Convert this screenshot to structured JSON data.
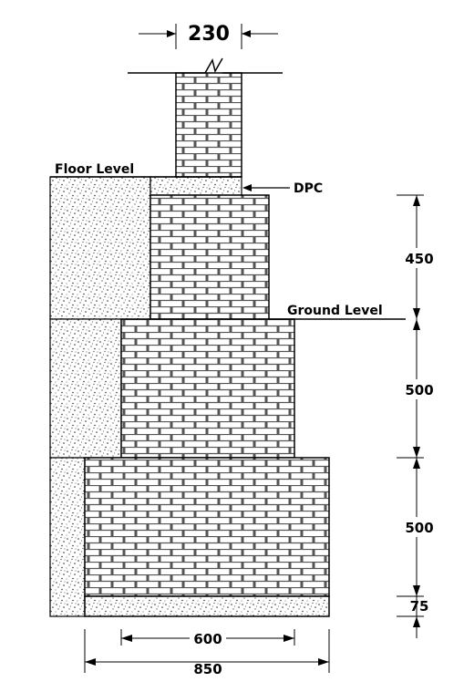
{
  "labels": {
    "floor_level": "Floor Level",
    "dpc": "DPC",
    "ground_level": "Ground Level"
  },
  "dimensions": {
    "wall_width": "230",
    "upper_depth": "450",
    "middle_depth": "500",
    "lower_depth": "500",
    "concrete_depth": "75",
    "step_width": "600",
    "base_width": "850"
  },
  "colors": {
    "line": "#000000",
    "brick_fill": "#ffffff",
    "mortar": "#555555",
    "concrete_speckle": "#333333"
  }
}
